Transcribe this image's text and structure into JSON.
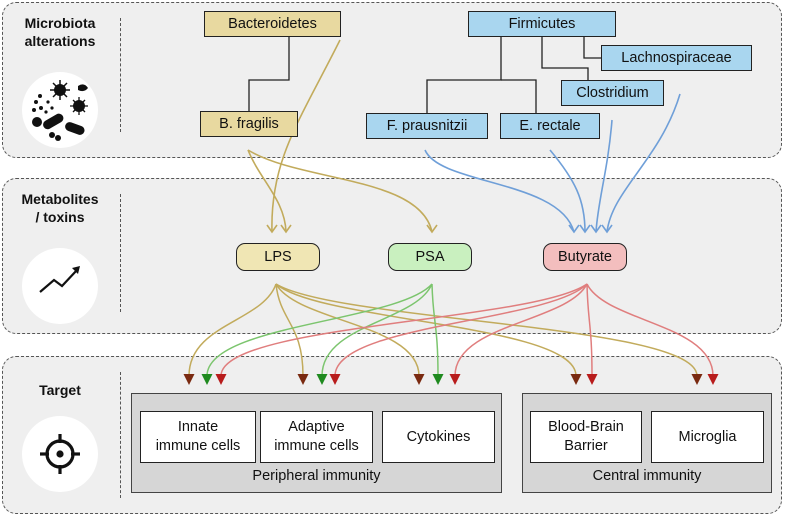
{
  "rows": {
    "microbiota": {
      "label_line1": "Microbiota",
      "label_line2": "alterations",
      "icon": "microbes-icon"
    },
    "metabolites": {
      "label_line1": "Metabolites",
      "label_line2": "/ toxins",
      "icon": "trend-arrow-icon"
    },
    "target": {
      "label": "Target",
      "icon": "crosshair-icon"
    }
  },
  "taxa": {
    "bacteroidetes": "Bacteroidetes",
    "b_fragilis": "B. fragilis",
    "firmicutes": "Firmicutes",
    "lachnospiraceae": "Lachnospiraceae",
    "clostridium": "Clostridium",
    "f_prausnitzii": "F. prausnitzii",
    "e_rectale": "E. rectale"
  },
  "metabolites": {
    "lps": "LPS",
    "psa": "PSA",
    "butyrate": "Butyrate"
  },
  "targets": {
    "peripheral": {
      "label": "Peripheral immunity",
      "innate_line1": "Innate",
      "innate_line2": "immune cells",
      "adaptive_line1": "Adaptive",
      "adaptive_line2": "immune cells",
      "cytokines": "Cytokines"
    },
    "central": {
      "label": "Central immunity",
      "bbb_line1": "Blood-Brain",
      "bbb_line2": "Barrier",
      "microglia": "Microglia"
    }
  },
  "colors": {
    "lps_arrow": "#c2ab5c",
    "psa_arrow": "#7cc56e",
    "butyrate_arrow": "#e07e7e",
    "firmicutes_arrow": "#6f9fd8",
    "arrowhead_lps": "#7a2a10",
    "arrowhead_psa": "#1f8a1f",
    "arrowhead_butyrate": "#b81c1c"
  }
}
